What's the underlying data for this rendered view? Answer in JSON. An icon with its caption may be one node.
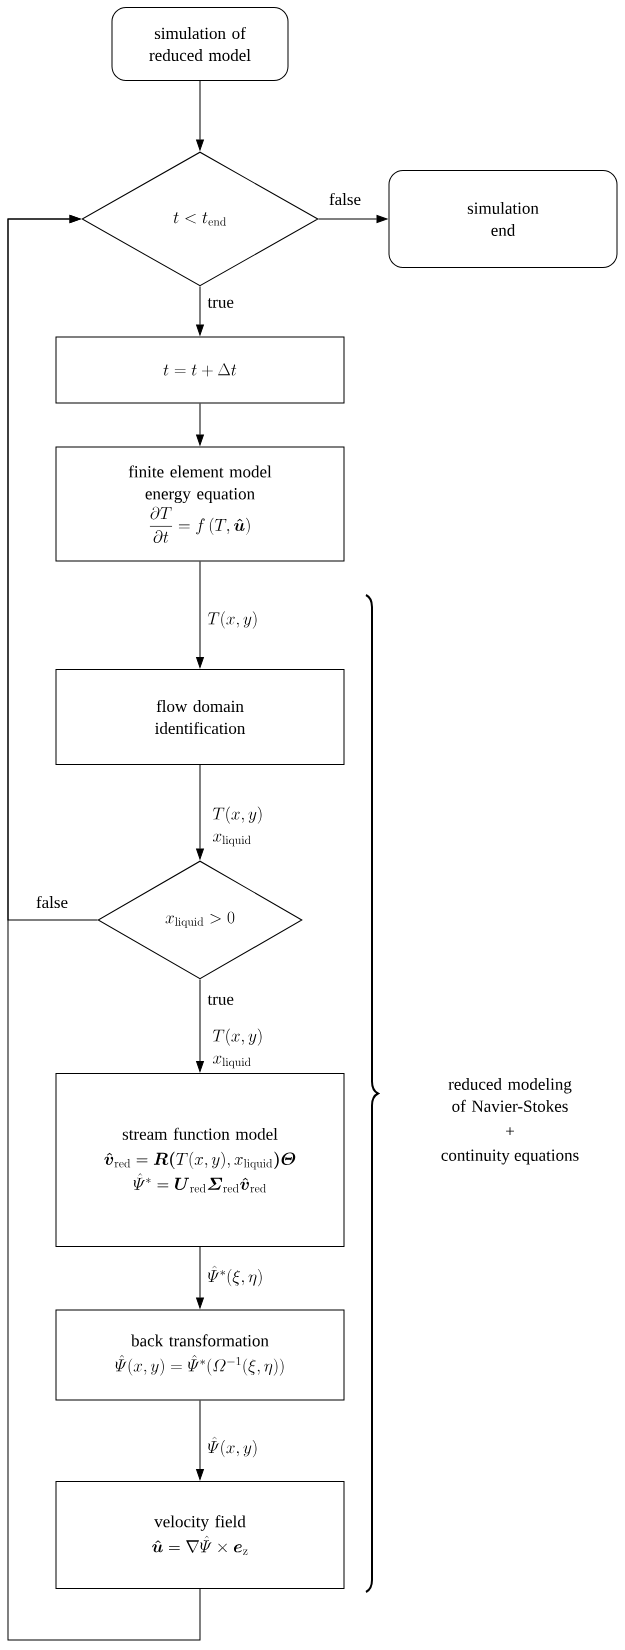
{
  "diagram": {
    "nodes": [
      {
        "text": [
          "simulation of reduced model"
        ]
      },
      {
        "text": [
          "t < t_{\\mathrm{end}}"
        ]
      },
      {
        "text": [
          "simulation end"
        ]
      },
      {
        "text": [
          "t = t + \\Delta t"
        ]
      },
      {
        "text": [
          "finite element model energy equation",
          "\\frac{\\partial T}{\\partial t} = f\\,(T, \\boldsymbol{\\hat{u}})"
        ]
      },
      {
        "text": [
          "flow domain identification"
        ]
      },
      {
        "text": [
          "x_{\\mathrm{liquid}} > 0"
        ]
      },
      {
        "text": [
          "stream function model",
          "\\boldsymbol{\\hat{v}}_{\\mathrm{red}} = \\boldsymbol{R(}T(x,y), x_{\\mathrm{liquid}}\\boldsymbol{)}\\boldsymbol{\\varTheta}",
          "\\hat{\\varPsi}^{*} = \\boldsymbol{U}_{\\mathrm{red}}\\boldsymbol{\\varSigma}_{\\mathrm{red}}\\boldsymbol{\\hat{v}}_{\\mathrm{red}}"
        ]
      },
      {
        "text": [
          "back transformation",
          "\\hat{\\varPsi}(x,y) = \\hat{\\varPsi}^{*}(\\varOmega^{-1}(\\xi,\\eta))"
        ]
      },
      {
        "text": [
          "velocity field",
          "\\boldsymbol{\\hat{u}} = \\nabla\\hat{\\varPsi} \\times \\boldsymbol{e}_{\\mathrm{z}}"
        ]
      }
    ],
    "edges": [
      {
        "from": 0,
        "to": 1,
        "arrow": "to"
      },
      {
        "from": 1,
        "to": 2,
        "arrow": "to",
        "label": "false"
      },
      {
        "from": 1,
        "to": 3,
        "arrow": "to",
        "label": "true"
      },
      {
        "from": 3,
        "to": 4,
        "arrow": "to"
      },
      {
        "from": 4,
        "to": 5,
        "arrow": "to",
        "label": "T(x,y)"
      },
      {
        "from": 5,
        "to": 6,
        "arrow": "to",
        "label": "\\begin{array}{l}T(x,y)\\\\x_{\\mathrm{liquid}}\\end{array}"
      },
      {
        "from": 6,
        "to": 1,
        "arrow": "to",
        "label": "false"
      },
      {
        "from": 6,
        "to": 7,
        "arrow": "to",
        "label": "true"
      },
      {
        "from": 7,
        "to": 8,
        "arrow": "to",
        "label": "\\hat{\\varPsi}^{*}(\\xi,\\eta)"
      },
      {
        "from": 8,
        "to": 9,
        "arrow": "to",
        "label": "\\hat{\\varPsi}(x,y)"
      },
      {
        "from": 9,
        "to": 1,
        "arrow": "to"
      }
    ],
    "labels": [
      "\\begin{array}{l}T(x,y)\\\\x_{\\mathrm{liquid}}\\end{array}",
      "reduced modeling of Navier-Stokes",
      "+",
      "continuity equations"
    ]
  }
}
